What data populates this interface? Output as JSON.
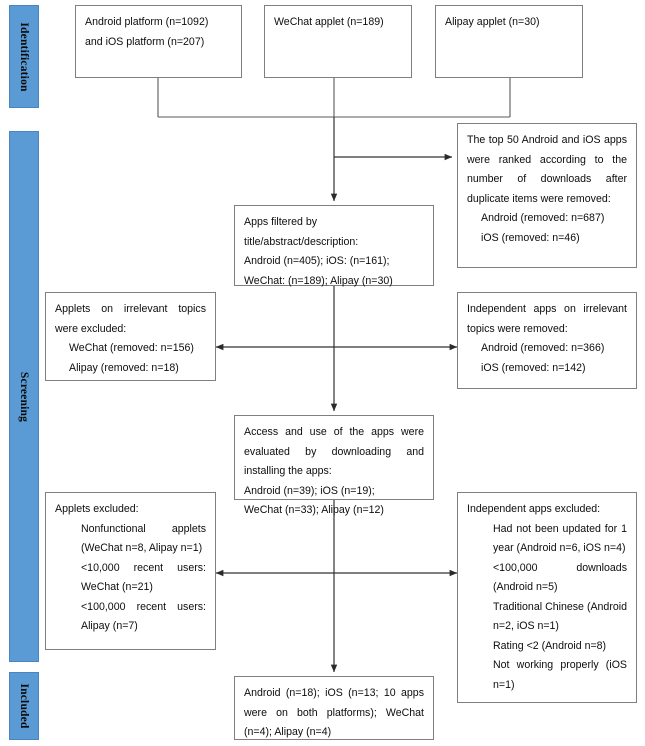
{
  "diagram": {
    "title": "PRISMA app selection flow diagram",
    "accent_color": "#5B9BD5",
    "box_border_color": "#7f7f7f",
    "line_color": "#5a5a5a"
  },
  "stages": [
    {
      "id": "identification",
      "label": "Identification"
    },
    {
      "id": "screening",
      "label": "Screening"
    },
    {
      "id": "included",
      "label": "Included"
    }
  ],
  "sources": [
    {
      "line1": "Android  platform  (n=1092)",
      "line2": "and iOS platform (n=207)"
    },
    {
      "line1": "WeChat applet (n=189)",
      "line2": ""
    },
    {
      "line1": "Alipay applet (n=30)",
      "line2": ""
    }
  ],
  "ranking_box": {
    "body": "The top 50 Android and iOS apps were ranked according to the number of downloads after duplicate items were removed:",
    "items": [
      "Android (removed: n=687)",
      "iOS (removed: n=46)"
    ]
  },
  "filtered_box": {
    "line1": "Apps filtered by",
    "line2": "title/abstract/description:",
    "line3": "Android (n=405); iOS: (n=161);",
    "line4": "WeChat: (n=189); Alipay (n=30)"
  },
  "applets_irrelevant_box": {
    "body": "Applets on irrelevant topics were excluded:",
    "items": [
      "WeChat (removed: n=156)",
      "Alipay (removed: n=18)"
    ]
  },
  "independent_irrelevant_box": {
    "body": "Independent apps on irrelevant topics were removed:",
    "items": [
      "Android (removed: n=366)",
      "iOS (removed: n=142)"
    ]
  },
  "access_box": {
    "body": "Access and use of the apps were evaluated by downloading and installing the apps:",
    "line3": "Android (n=39); iOS (n=19);",
    "line4": "WeChat (n=33); Alipay (n=12)"
  },
  "applets_excluded_box": {
    "heading": "Applets excluded:",
    "items": [
      "Nonfunctional applets (WeChat n=8, Alipay n=1)",
      "<10,000 recent users: WeChat (n=21)",
      "<100,000 recent users: Alipay (n=7)"
    ]
  },
  "independent_excluded_box": {
    "heading": "Independent apps excluded:",
    "items": [
      "Had not been updated for 1 year (Android n=6, iOS n=4)",
      "<100,000 downloads (Android n=5)",
      "Traditional Chinese (Android n=2, iOS n=1)",
      "Rating <2 (Android n=8)",
      "Not working properly (iOS n=1)"
    ]
  },
  "included_box": {
    "body": "Android (n=18); iOS (n=13; 10 apps were on both platforms); WeChat (n=4); Alipay (n=4)"
  }
}
